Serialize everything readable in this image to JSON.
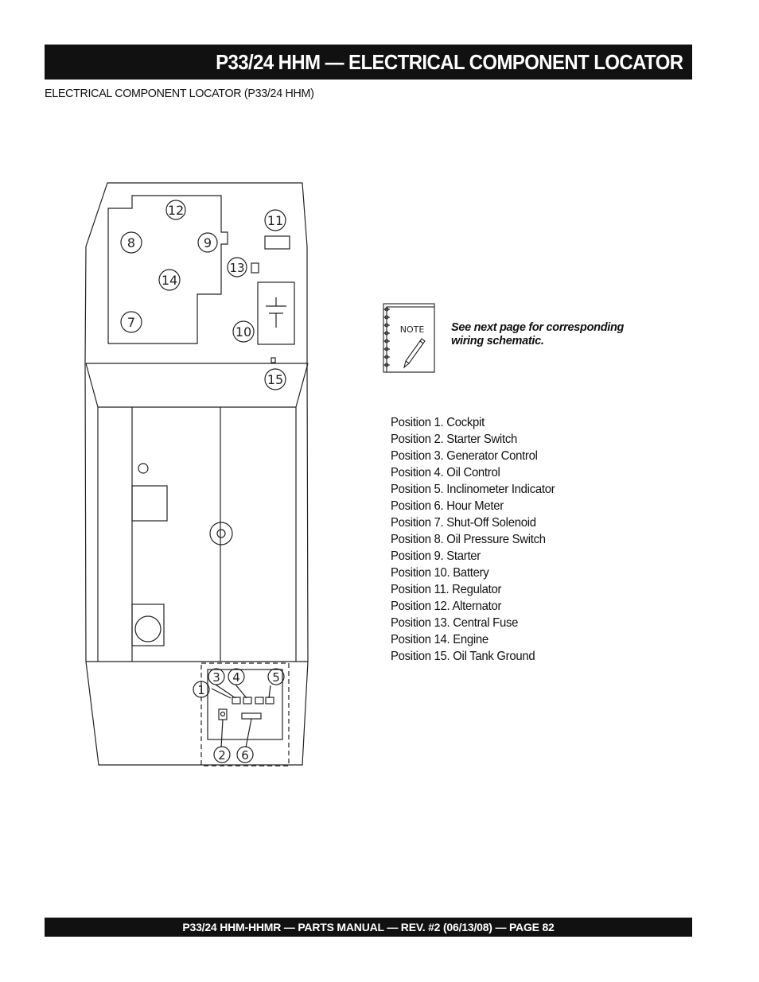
{
  "header": {
    "title": "P33/24 HHM — ELECTRICAL COMPONENT LOCATOR",
    "subtitle": "ELECTRICAL COMPONENT LOCATOR (P33/24 HHM)"
  },
  "diagram": {
    "callouts": [
      "1",
      "2",
      "3",
      "4",
      "5",
      "6",
      "7",
      "8",
      "9",
      "10",
      "11",
      "12",
      "13",
      "14",
      "15"
    ]
  },
  "note": {
    "icon_label": "NOTE",
    "text": "See next page for corresponding wiring schematic."
  },
  "positions": [
    "Position 1. Cockpit",
    "Position 2. Starter Switch",
    "Position 3. Generator Control",
    "Position 4. Oil Control",
    "Position 5. Inclinometer Indicator",
    "Position 6. Hour Meter",
    "Position 7. Shut-Off Solenoid",
    "Position 8. Oil Pressure Switch",
    "Position 9. Starter",
    "Position 10. Battery",
    "Position 11. Regulator",
    "Position 12. Alternator",
    "Position 13. Central Fuse",
    "Position 14. Engine",
    "Position 15. Oil Tank Ground"
  ],
  "footer": {
    "text": "P33/24 HHM-HHMR — PARTS MANUAL — REV. #2 (06/13/08) — PAGE 82"
  }
}
